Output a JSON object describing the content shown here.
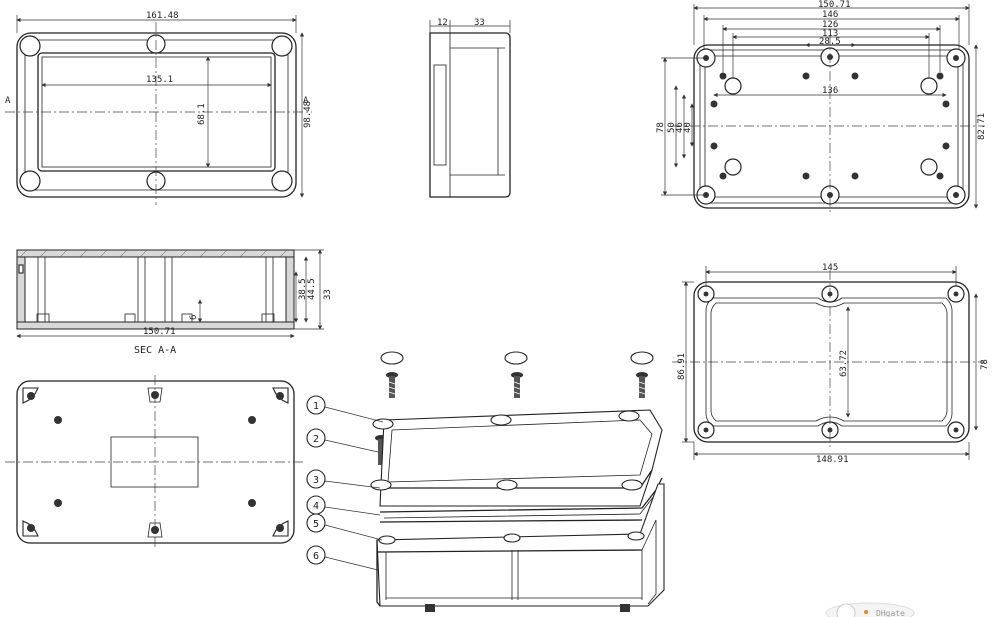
{
  "top_view": {
    "width_label": "161.48",
    "inner_width_label": "135.1",
    "height_label": "98.48",
    "inner_height_label": "68.1",
    "section_marker_left": "A",
    "section_marker_right": "A"
  },
  "side_view": {
    "wall_label": "12",
    "depth_label": "33"
  },
  "lid_view": {
    "dims": [
      "150.71",
      "146",
      "126",
      "113",
      "28.5"
    ],
    "inner_label": "136",
    "left_dims": [
      "78",
      "50",
      "46",
      "40"
    ],
    "right_label": "82.71"
  },
  "section_view": {
    "heights": [
      "38.5",
      "44.5",
      "33"
    ],
    "base_label": "6",
    "width_label": "150.71",
    "caption": "SEC A-A"
  },
  "base_view": {
    "width_label": "145",
    "inner_height_label": "63.72",
    "left_label": "86.91",
    "right_label": "78",
    "bottom_label": "148.91"
  },
  "callouts": [
    "1",
    "2",
    "3",
    "4",
    "5",
    "6"
  ],
  "watermark": {
    "text": "DHgate"
  }
}
